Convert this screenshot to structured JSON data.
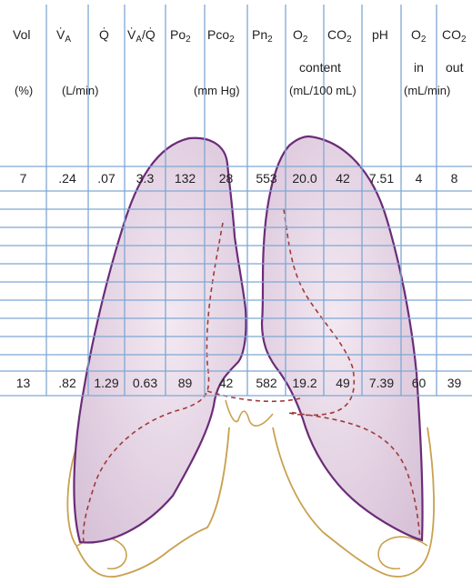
{
  "header": {
    "vol": "Vol",
    "va": "V",
    "va_sub": "A",
    "q": "Q",
    "vaq_v": "V",
    "vaq_a": "A",
    "vaq_slash": "/",
    "vaq_q": "Q",
    "po2": "Po",
    "po2_sub": "2",
    "pco2": "Pco",
    "pco2_sub": "2",
    "pn2": "Pn",
    "pn2_sub": "2",
    "o2": "O",
    "o2_sub": "2",
    "co2": "CO",
    "co2_sub": "2",
    "content": "content",
    "ph": "pH",
    "o2in": "O",
    "o2in_sub": "2",
    "in": "in",
    "co2out": "CO",
    "co2out_sub": "2",
    "out": "out"
  },
  "units": {
    "percent": "(%)",
    "lmin": "(L/min)",
    "mmhg": "(mm Hg)",
    "ml100": "(mL/100 mL)",
    "mlmin": "(mL/min)"
  },
  "rows": {
    "top": [
      "7",
      ".24",
      ".07",
      "3.3",
      "132",
      "28",
      "553",
      "20.0",
      "42",
      "7.51",
      "4",
      "8"
    ],
    "bottom": [
      "13",
      ".82",
      "1.29",
      "0.63",
      "89",
      "42",
      "582",
      "19.2",
      "49",
      "7.39",
      "60",
      "39"
    ]
  },
  "colors": {
    "grid": "#7fa7d3",
    "lung_fill": "#e7d7e6",
    "lung_outline": "#6b2c78",
    "dashed": "#a13a3a",
    "pleura": "#c9a150"
  }
}
